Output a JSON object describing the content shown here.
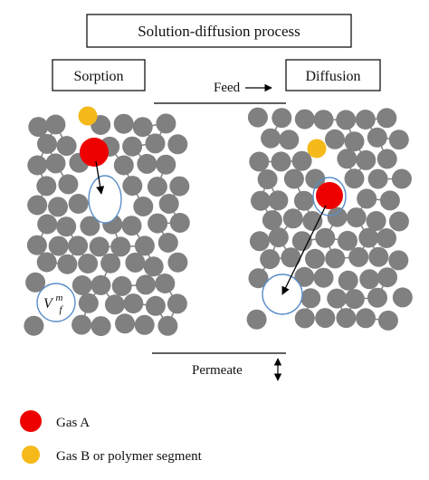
{
  "title": "Solution-diffusion process",
  "panels": {
    "left": {
      "label": "Sorption"
    },
    "right": {
      "label": "Diffusion"
    }
  },
  "feed": {
    "label": "Feed"
  },
  "permeate": {
    "label": "Permeate"
  },
  "free_volume_label": {
    "base": "V",
    "sup": "m",
    "sub": "f"
  },
  "legend": [
    {
      "label": "Gas A",
      "color": "#ee0000"
    },
    {
      "label": "Gas B or polymer segment",
      "color": "#f5b91a"
    }
  ],
  "colors": {
    "polymer": "#808080",
    "bond": "#808080",
    "hole_ring": "#5a8ec8",
    "text": "#111111",
    "line": "#000000"
  }
}
